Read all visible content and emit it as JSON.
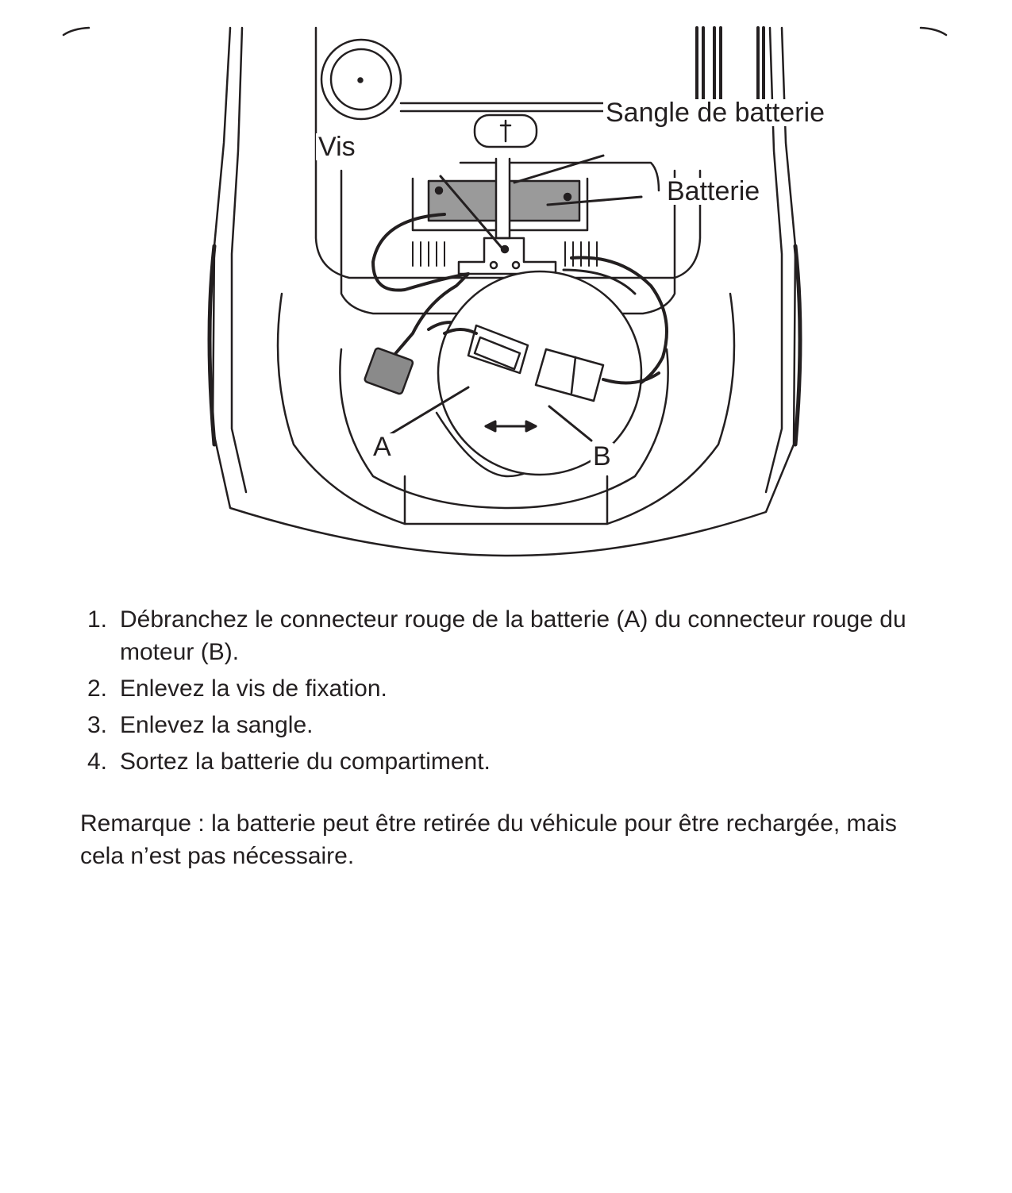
{
  "figure": {
    "labels": {
      "vis": "Vis",
      "strap": "Sangle de batterie",
      "battery": "Batterie",
      "a": "A",
      "b": "B"
    }
  },
  "steps": [
    {
      "number": "1.",
      "text": "Débranchez le connecteur rouge de la batterie (A) du connecteur rouge du moteur (B)."
    },
    {
      "number": "2.",
      "text": "Enlevez la vis de fixation."
    },
    {
      "number": "3.",
      "text": "Enlevez la sangle."
    },
    {
      "number": "4.",
      "text": "Sortez la batterie du compartiment."
    }
  ],
  "note": "Remarque : la batterie peut être retirée du véhicule pour être rechargée, mais cela n’est pas nécessaire."
}
